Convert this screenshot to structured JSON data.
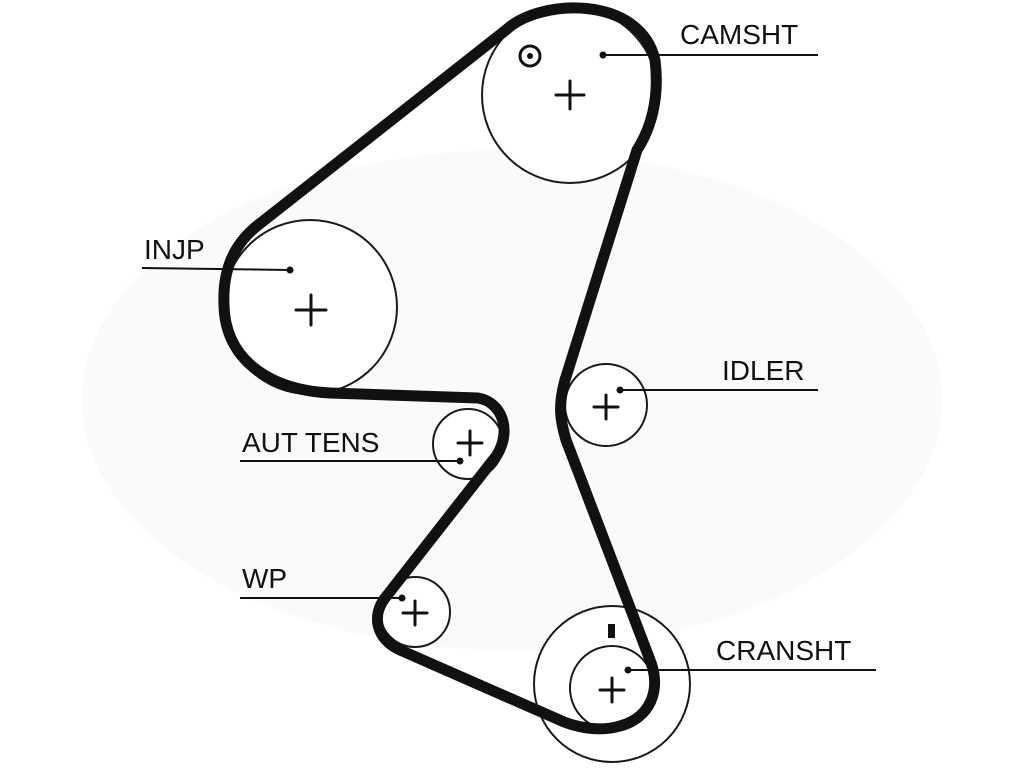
{
  "diagram": {
    "labels": {
      "camshaft": "CAMSHT",
      "injection_pump": "INJP",
      "idler": "IDLER",
      "auto_tensioner": "AUT TENS",
      "water_pump": "WP",
      "crankshaft": "CRANSHT"
    },
    "colors": {
      "belt": "#111111",
      "pulley_outline": "#1a1a1a",
      "background": "#ffffff"
    },
    "icons": {
      "camshaft_timing_mark": "circled-dot-icon",
      "crankshaft_timing_mark": "tick-mark-icon",
      "pulley_center": "plus-icon"
    }
  }
}
